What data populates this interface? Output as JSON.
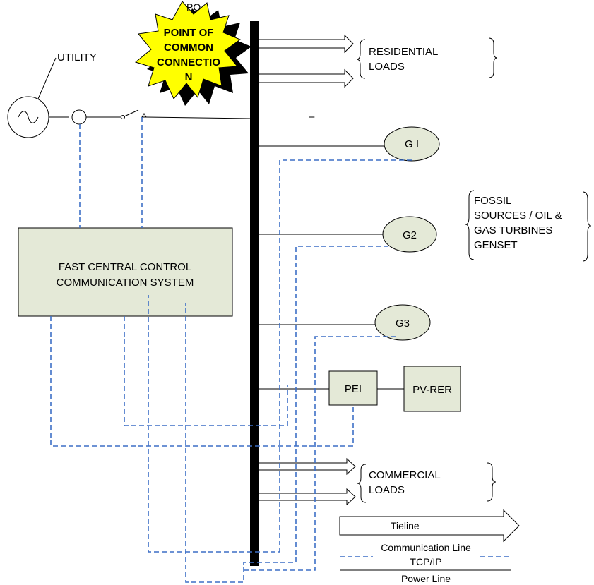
{
  "colors": {
    "star_fill": "#ffff00",
    "star_shadow": "#000000",
    "box_fill": "#e4e9d7",
    "communication_line": "#3d6fc6",
    "bus": "#000000",
    "background": "#ffffff"
  },
  "labels": {
    "pcc_partial": "PO",
    "pcc_star": [
      "POINT OF",
      "COMMON",
      "CONNECTIO",
      "N"
    ],
    "utility": "UTILITY",
    "residential": [
      "RESIDENTIAL",
      "LOADS"
    ],
    "g1": "G I",
    "g2": "G2",
    "g3": "G3",
    "fossil": [
      "FOSSIL",
      "SOURCES / OIL &",
      "GAS TURBINES",
      "GENSET"
    ],
    "control_box": [
      "FAST CENTRAL CONTROL",
      "COMMUNICATION SYSTEM"
    ],
    "pei": "PEI",
    "pv_rer": "PV-RER",
    "commercial": [
      "COMMERCIAL",
      "LOADS"
    ],
    "dash_mark": "–"
  },
  "legend": {
    "tieline": "Tieline",
    "communication_line": "Communication Line",
    "tcp_ip": "TCP/IP",
    "power_line": "Power Line"
  }
}
